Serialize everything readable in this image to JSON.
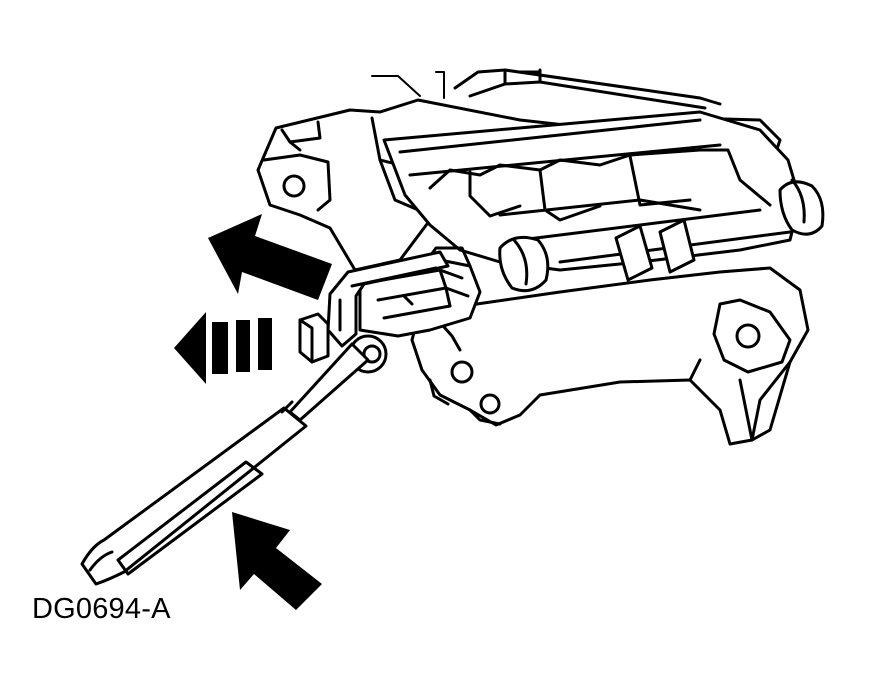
{
  "figure": {
    "label": "DG0694-A",
    "subject": "lock-release-tool-insertion",
    "colors": {
      "line": "#000000",
      "background": "#ffffff"
    },
    "arrows": [
      {
        "name": "push-arrow-upper",
        "style": "solid"
      },
      {
        "name": "push-arrow-lower",
        "style": "solid"
      },
      {
        "name": "pull-direction-arrow",
        "style": "dashed"
      }
    ]
  }
}
